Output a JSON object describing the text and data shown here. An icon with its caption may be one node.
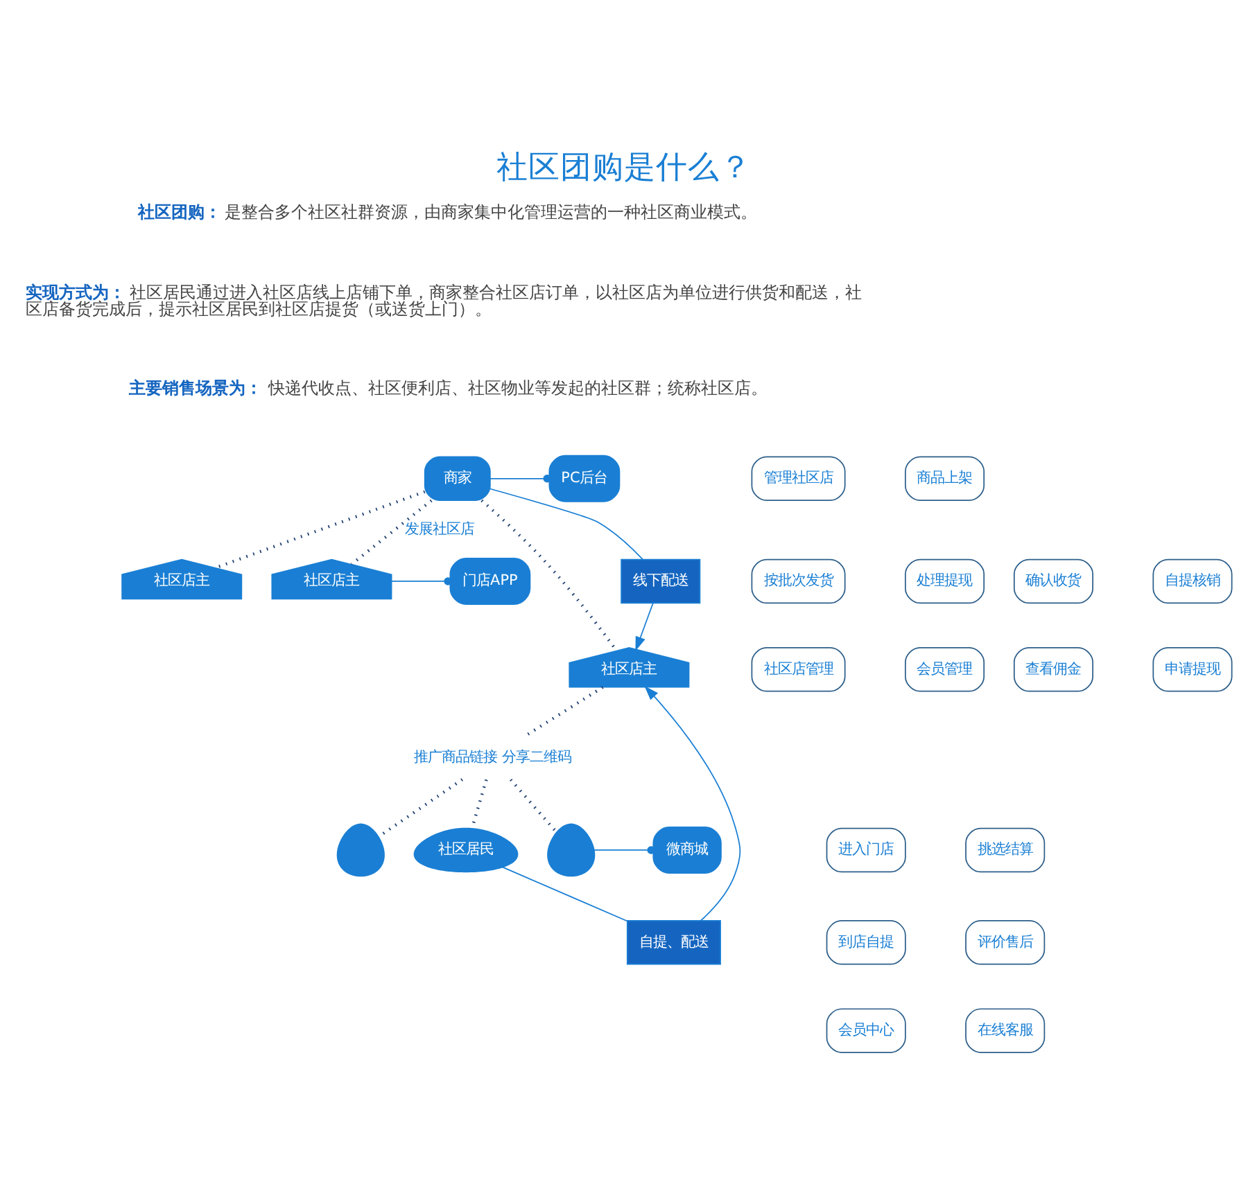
{
  "diagram": {
    "title": "社区团购是什么？",
    "nodes": [
      {
        "text": [
          "商家"
        ]
      },
      {
        "text": [
          "社区店主"
        ]
      },
      {
        "text": [
          "社区店主"
        ]
      },
      {
        "text": [
          "社区店主"
        ]
      },
      {
        "text": [
          "推广商品链接 分享二维码"
        ]
      },
      {
        "text": [],
        "shape": "person"
      },
      {
        "text": [
          "社区居民"
        ]
      },
      {
        "text": [],
        "shape": "person"
      },
      {
        "text": [
          "线下配送"
        ]
      },
      {
        "text": [
          "自提、配送"
        ]
      },
      {
        "text": [
          "PC后台"
        ]
      },
      {
        "text": [
          "管理社区店"
        ]
      },
      {
        "text": [
          "商品上架"
        ]
      },
      {
        "text": [
          "按批次发货"
        ]
      },
      {
        "text": [
          "处理提现"
        ]
      },
      {
        "text": [
          "社区店管理"
        ]
      },
      {
        "text": [
          "会员管理"
        ]
      },
      {
        "text": [
          "门店APP"
        ]
      },
      {
        "text": [
          "确认收货"
        ]
      },
      {
        "text": [
          "自提核销"
        ]
      },
      {
        "text": [
          "查看佣金"
        ]
      },
      {
        "text": [
          "申请提现"
        ]
      },
      {
        "text": [
          "微商城"
        ]
      },
      {
        "text": [
          "进入门店"
        ]
      },
      {
        "text": [
          "挑选结算"
        ]
      },
      {
        "text": [
          "到店自提"
        ]
      },
      {
        "text": [
          "评价售后"
        ]
      },
      {
        "text": [
          "会员中心"
        ]
      },
      {
        "text": [
          "在线客服"
        ]
      }
    ],
    "edges": [
      {
        "from": 0,
        "to": 1,
        "arrow": "none",
        "style": "dashed",
        "color": "#1f3f73"
      },
      {
        "from": 0,
        "to": 3,
        "arrow": "none",
        "style": "dashed",
        "color": "#1f3f73"
      },
      {
        "from": 0,
        "to": 2,
        "arrow": "none",
        "style": "dashed",
        "color": "#1f3f73",
        "label": "发展社区店"
      },
      {
        "from": 3,
        "to": 4,
        "arrow": "none",
        "style": "dashed",
        "color": "#1f3f73"
      },
      {
        "from": 4,
        "to": 5,
        "arrow": "none",
        "style": "dashed",
        "color": "#1f3f73"
      },
      {
        "from": 4,
        "to": 6,
        "arrow": "none",
        "style": "dashed",
        "color": "#1f3f73"
      },
      {
        "from": 4,
        "to": 7,
        "arrow": "none",
        "style": "dashed",
        "color": "#1f3f73"
      },
      {
        "from": 0,
        "to": 8,
        "arrow": "none",
        "color": "#1a7fd4"
      },
      {
        "from": 8,
        "to": 3,
        "arrow": "to",
        "color": "#1a7fd4"
      },
      {
        "from": 6,
        "to": 9,
        "arrow": "none",
        "color": "#1a7fd4"
      },
      {
        "from": 9,
        "to": 3,
        "arrow": "to",
        "color": "#1a7fd4"
      },
      {
        "from": 0,
        "to": 10,
        "arrow": "other",
        "color": "#1a7fd4"
      },
      {
        "from": 2,
        "to": 17,
        "arrow": "other",
        "color": "#1a7fd4"
      },
      {
        "from": 7,
        "to": 22,
        "arrow": "other",
        "color": "#1a7fd4"
      }
    ],
    "labels": [
      "**社区团购：**是整合多个社区社群资源，由商家集中化管理运营的一种社区商业模式。",
      "**实现方式为：**社区居民通过进入社区店线上店铺下单，商家整合社区店订单，以社区店为单位进行供货和配送，社区店备货完成后，提示社区居民到社区店提货（或送货上门）。",
      "**主要销售场景为：**快递代收点、社区便利店、社区物业等发起的社区群；统称社区店。"
    ]
  }
}
